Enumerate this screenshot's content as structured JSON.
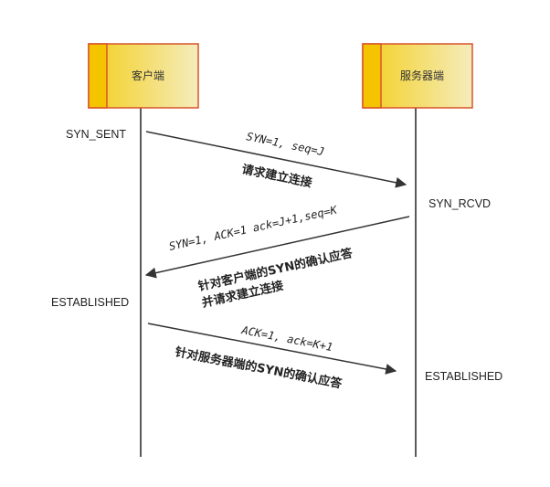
{
  "actors": {
    "client": "客户端",
    "server": "服务器端"
  },
  "states": {
    "client_syn_sent": "SYN_SENT",
    "server_syn_rcvd": "SYN_RCVD",
    "client_established": "ESTABLISHED",
    "server_established": "ESTABLISHED"
  },
  "messages": {
    "m1": {
      "params": "SYN=1, seq=J",
      "desc": "请求建立连接"
    },
    "m2": {
      "params": "SYN=1, ACK=1 ack=J+1,seq=K",
      "desc_line1": "针对客户端的SYN的确认应答",
      "desc_line2": "并请求建立连接"
    },
    "m3": {
      "params": "ACK=1, ack=K+1",
      "desc": "针对服务器端的SYN的确认应答"
    }
  },
  "colors": {
    "box_border": "#d6532a",
    "box_fill_dark": "#f5c400",
    "box_fill_light": "#f6eebb",
    "lifeline": "#222222",
    "arrow": "#333333"
  }
}
